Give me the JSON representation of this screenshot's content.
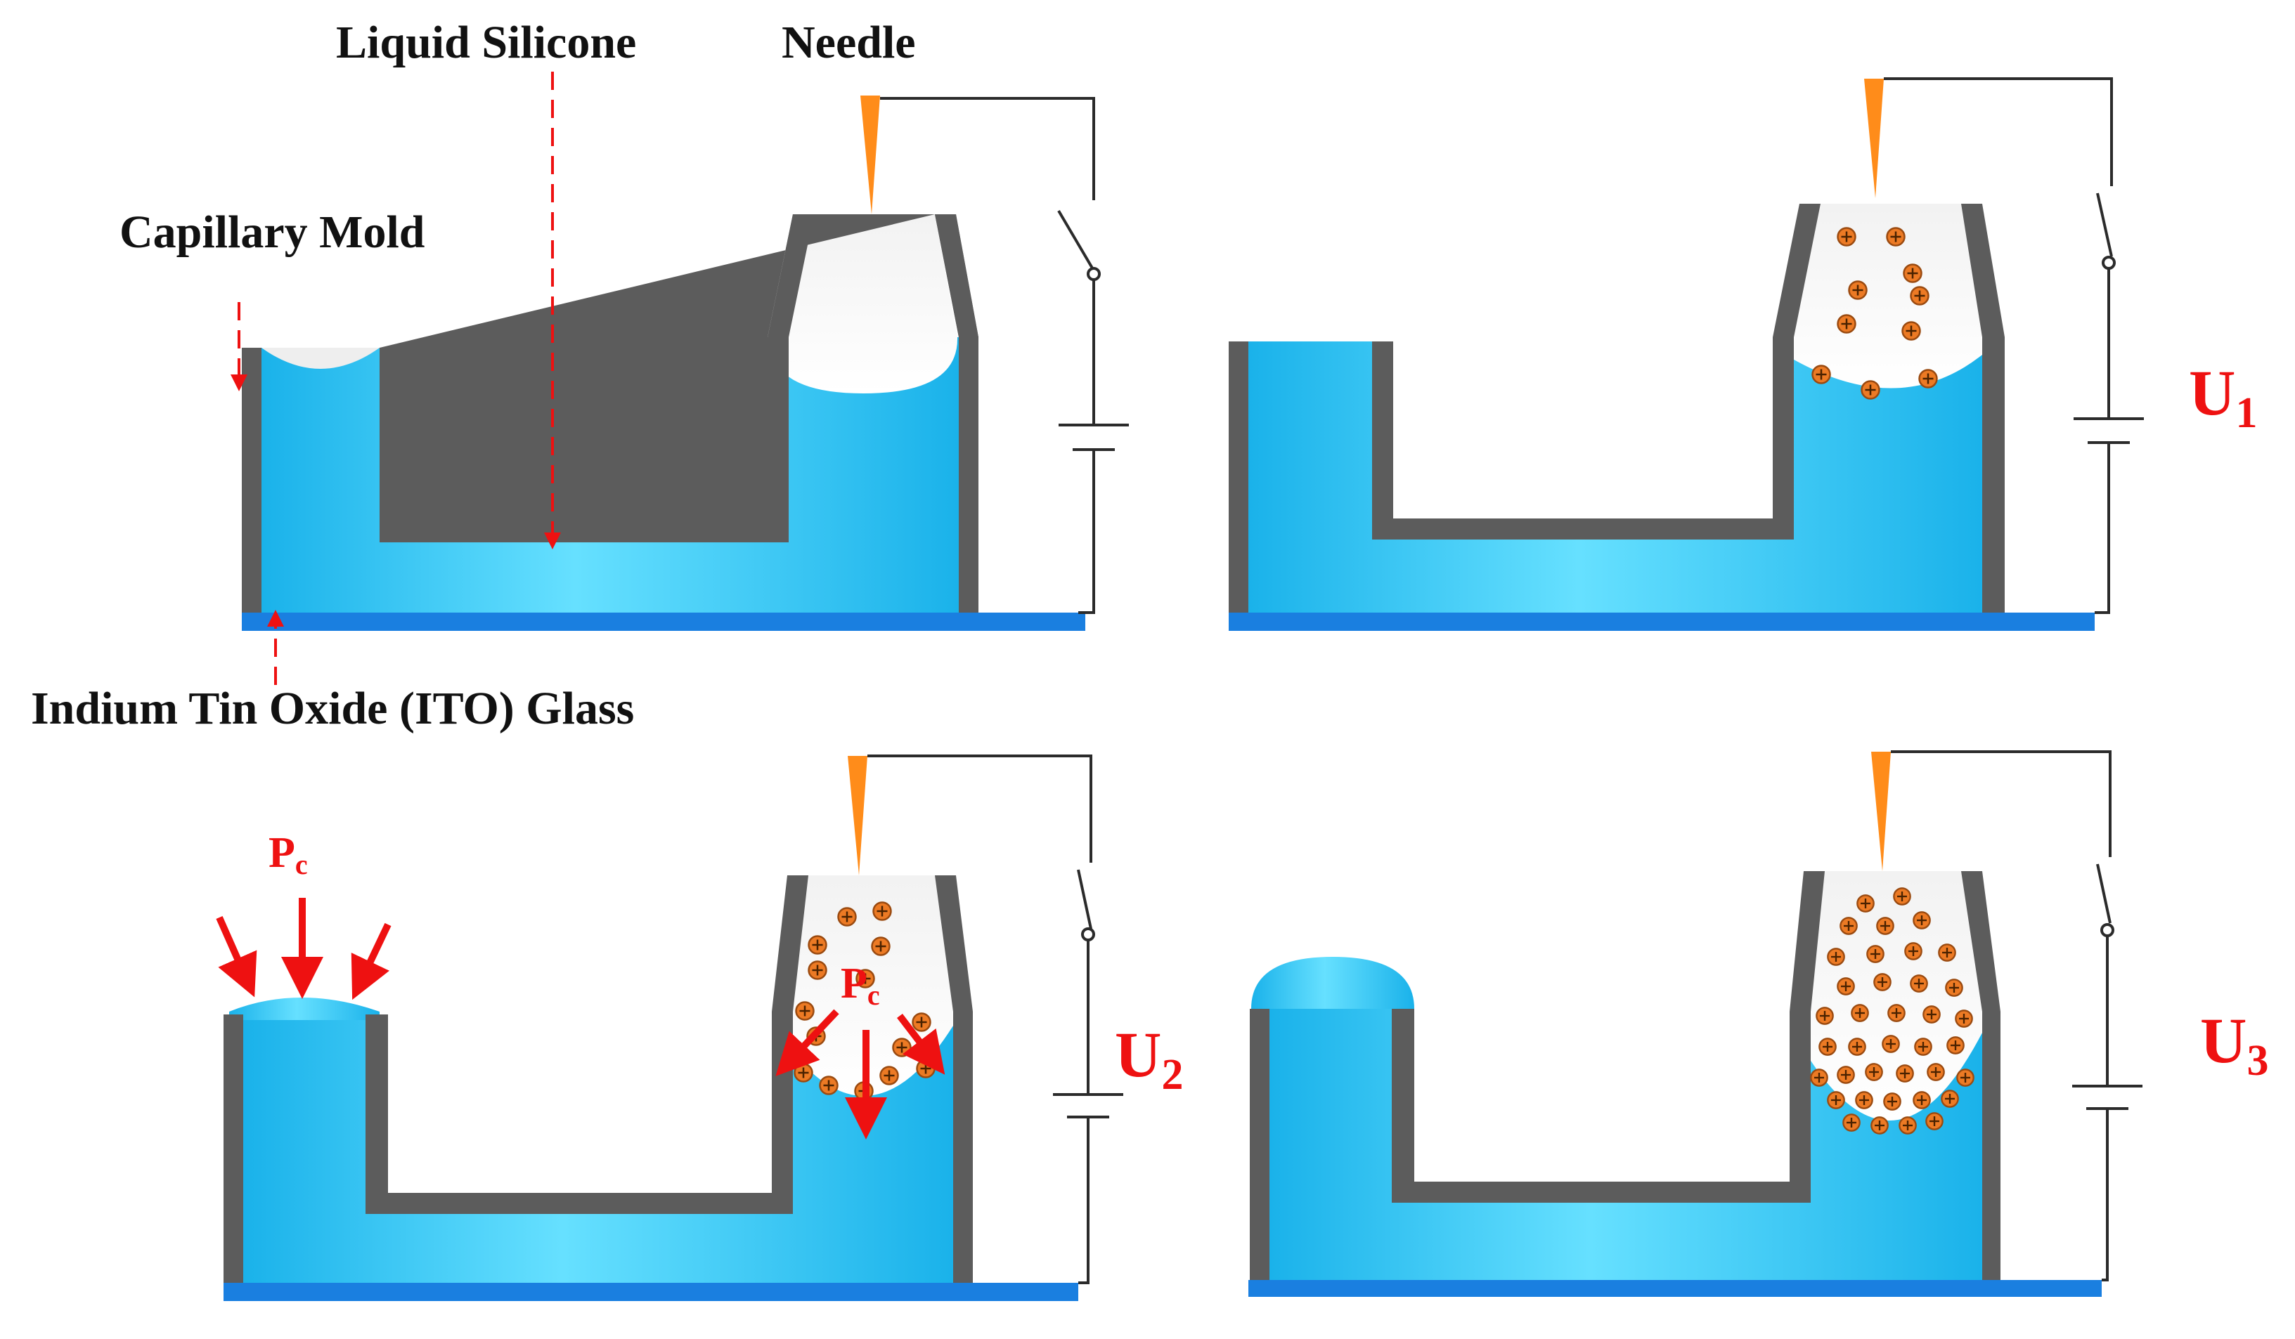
{
  "labels": {
    "liquid_silicone": "Liquid Silicone",
    "needle": "Needle",
    "capillary_mold": "Capillary Mold",
    "ito_glass": "Indium Tin Oxide (ITO) Glass",
    "pc_main": "P",
    "pc_sub": "c",
    "u": "U",
    "u1_sub": "1",
    "u2_sub": "2",
    "u3_sub": "3"
  },
  "colors": {
    "wall": "#5c5c5c",
    "liquid_light": "#66e0ff",
    "liquid_dark": "#1ab2ea",
    "glass": "#1a7fe0",
    "needle": "#ff8c1a",
    "annotation": "#ee1111",
    "charge_fill": "#ec7a24",
    "charge_stroke": "#9a4a10"
  },
  "icons": {
    "charge": "positive-charge-icon",
    "switch": "open-switch-icon",
    "battery": "battery-icon"
  }
}
